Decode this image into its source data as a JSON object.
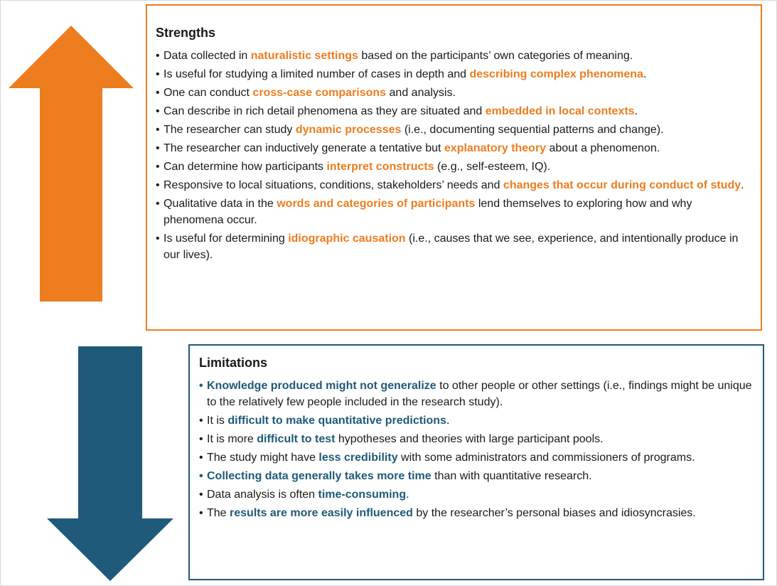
{
  "colors": {
    "strengths_accent": "#ed7d1f",
    "limitations_accent": "#1f5a7a"
  },
  "icons": {
    "up": "arrow-up-icon",
    "down": "arrow-down-icon"
  },
  "strengths": {
    "title": "Strengths",
    "items": [
      {
        "pre": "Data collected in ",
        "hl": "naturalistic settings",
        "post": " based on the participants’ own categories of meaning."
      },
      {
        "pre": "Is useful for studying a limited number of cases in depth and ",
        "hl": "describing complex phenomena",
        "post": "."
      },
      {
        "pre": "One can conduct ",
        "hl": "cross-case comparisons",
        "post": " and analysis."
      },
      {
        "pre": "Can describe in rich detail phenomena as they are situated and ",
        "hl": "embedded in local contexts",
        "post": "."
      },
      {
        "pre": "The researcher can study ",
        "hl": "dynamic processes",
        "post": " (i.e., documenting sequential patterns and change)."
      },
      {
        "pre": "The researcher can inductively generate a tentative but ",
        "hl": "explanatory theory",
        "post": " about a phenomenon."
      },
      {
        "pre": "Can determine how participants ",
        "hl": "interpret constructs",
        "post": " (e.g., self-esteem, IQ)."
      },
      {
        "pre": "Responsive to local situations, conditions, stakeholders’ needs and ",
        "hl": "changes that occur during conduct of study",
        "post": "."
      },
      {
        "pre": "Qualitative data in the ",
        "hl": "words and categories of participants",
        "post": " lend themselves to exploring how and why phenomena occur."
      },
      {
        "pre": "Is useful for determining ",
        "hl": "idiographic causation",
        "post": " (i.e., causes that we see, experience, and intentionally produce in our lives)."
      }
    ]
  },
  "limitations": {
    "title": "Limitations",
    "items": [
      {
        "pre": "",
        "hl": "Knowledge produced might not generalize",
        "post": " to other people or other settings (i.e., findings might be unique to the relatively few people included in the research study).",
        "blue_bullet": true
      },
      {
        "pre": "It is ",
        "hl": "difficult to make quantitative predictions",
        "post": "."
      },
      {
        "pre": "It is more ",
        "hl": "difficult to test",
        "post": " hypotheses and theories with large participant pools."
      },
      {
        "pre": "The study might have ",
        "hl": "less credibility",
        "post": " with some administrators and commissioners of programs."
      },
      {
        "pre": "",
        "hl": "Collecting data generally takes more time",
        "post": " than with quantitative research.",
        "blue_bullet": true
      },
      {
        "pre": "Data analysis is often ",
        "hl": "time-consuming",
        "post": "."
      },
      {
        "pre": "The ",
        "hl": "results are more easily influenced",
        "post": " by the researcher’s personal biases and idiosyncrasies."
      }
    ]
  }
}
